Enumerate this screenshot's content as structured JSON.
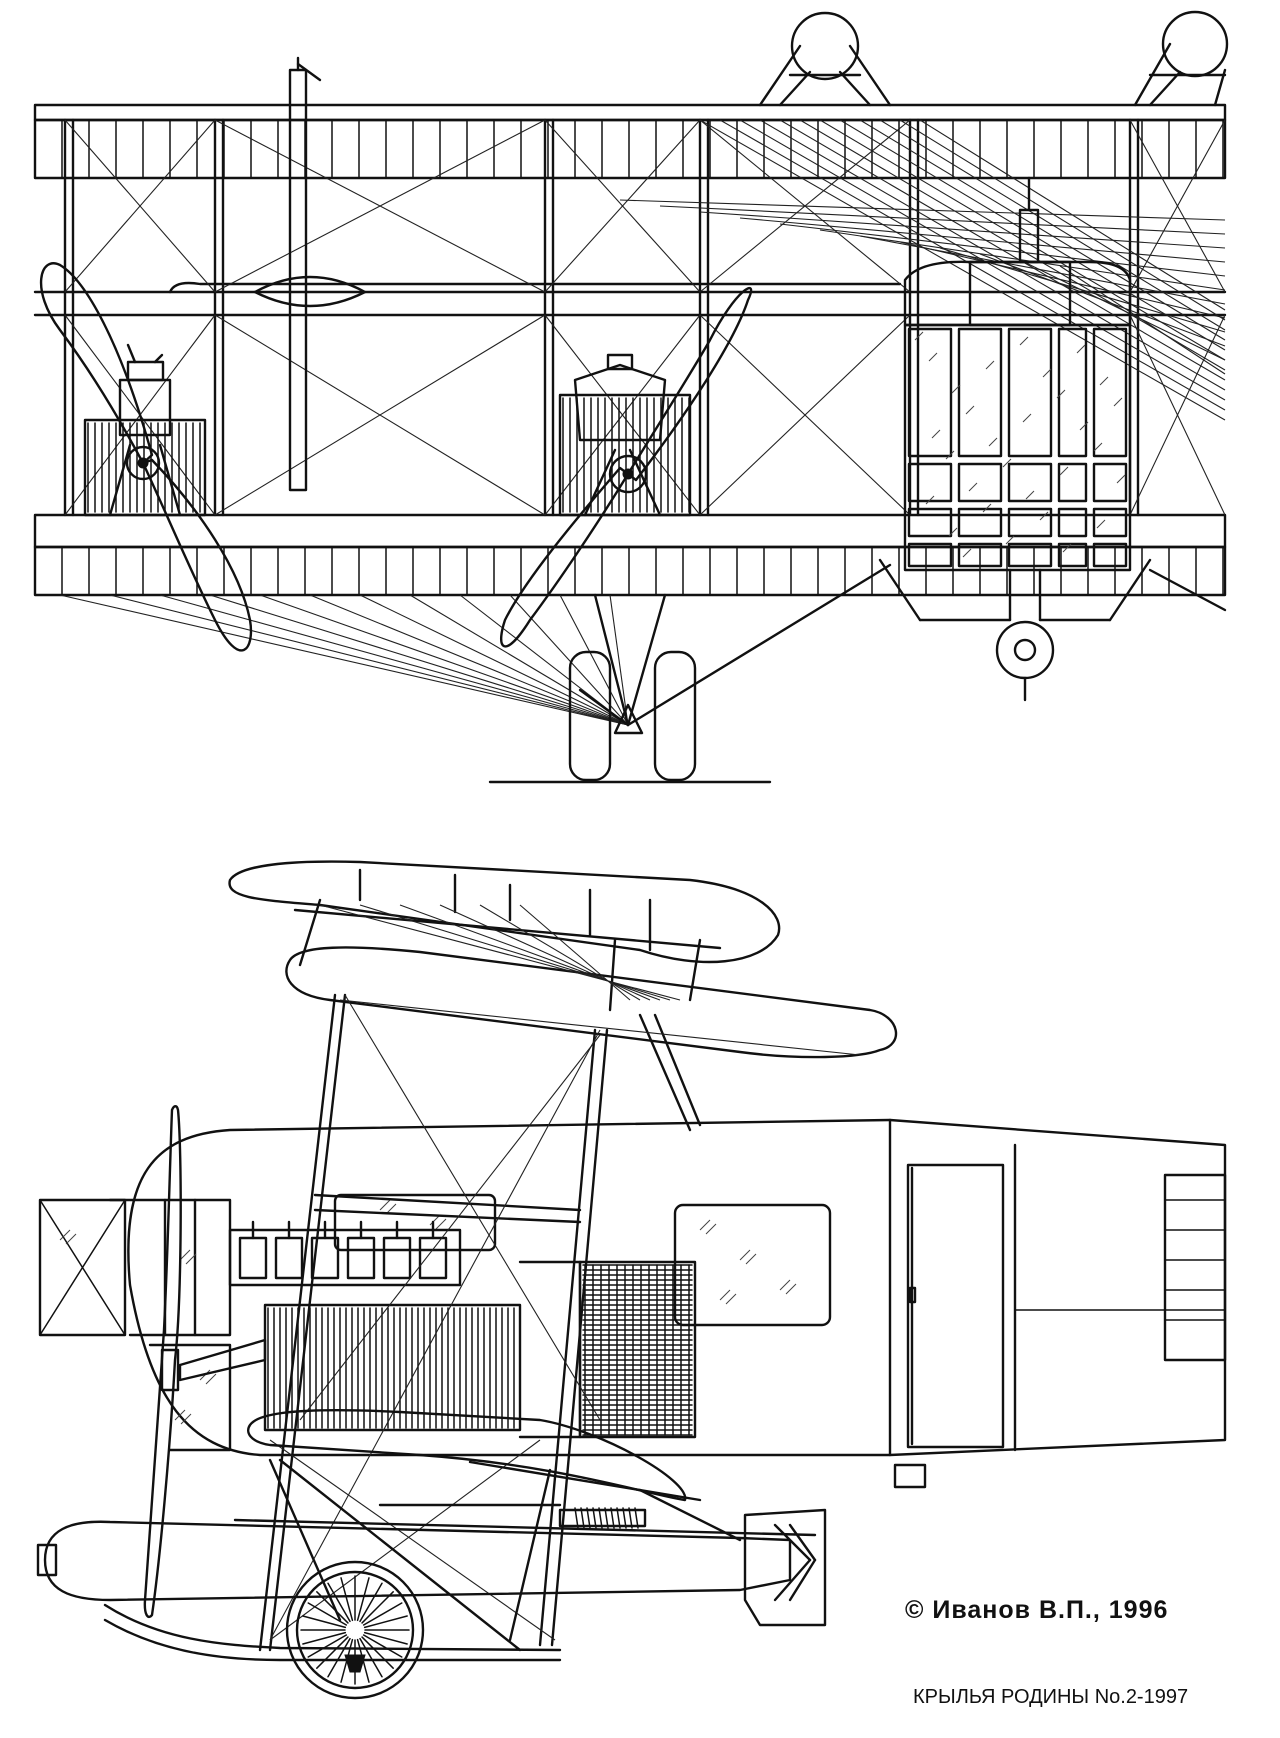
{
  "credits": {
    "copyright": "© Иванов В.П., 1996",
    "source": "КРЫЛЬЯ РОДИНЫ No.2-1997"
  },
  "colors": {
    "ink": "#111111",
    "paper": "#ffffff"
  },
  "views": [
    "front-view",
    "side-view"
  ]
}
